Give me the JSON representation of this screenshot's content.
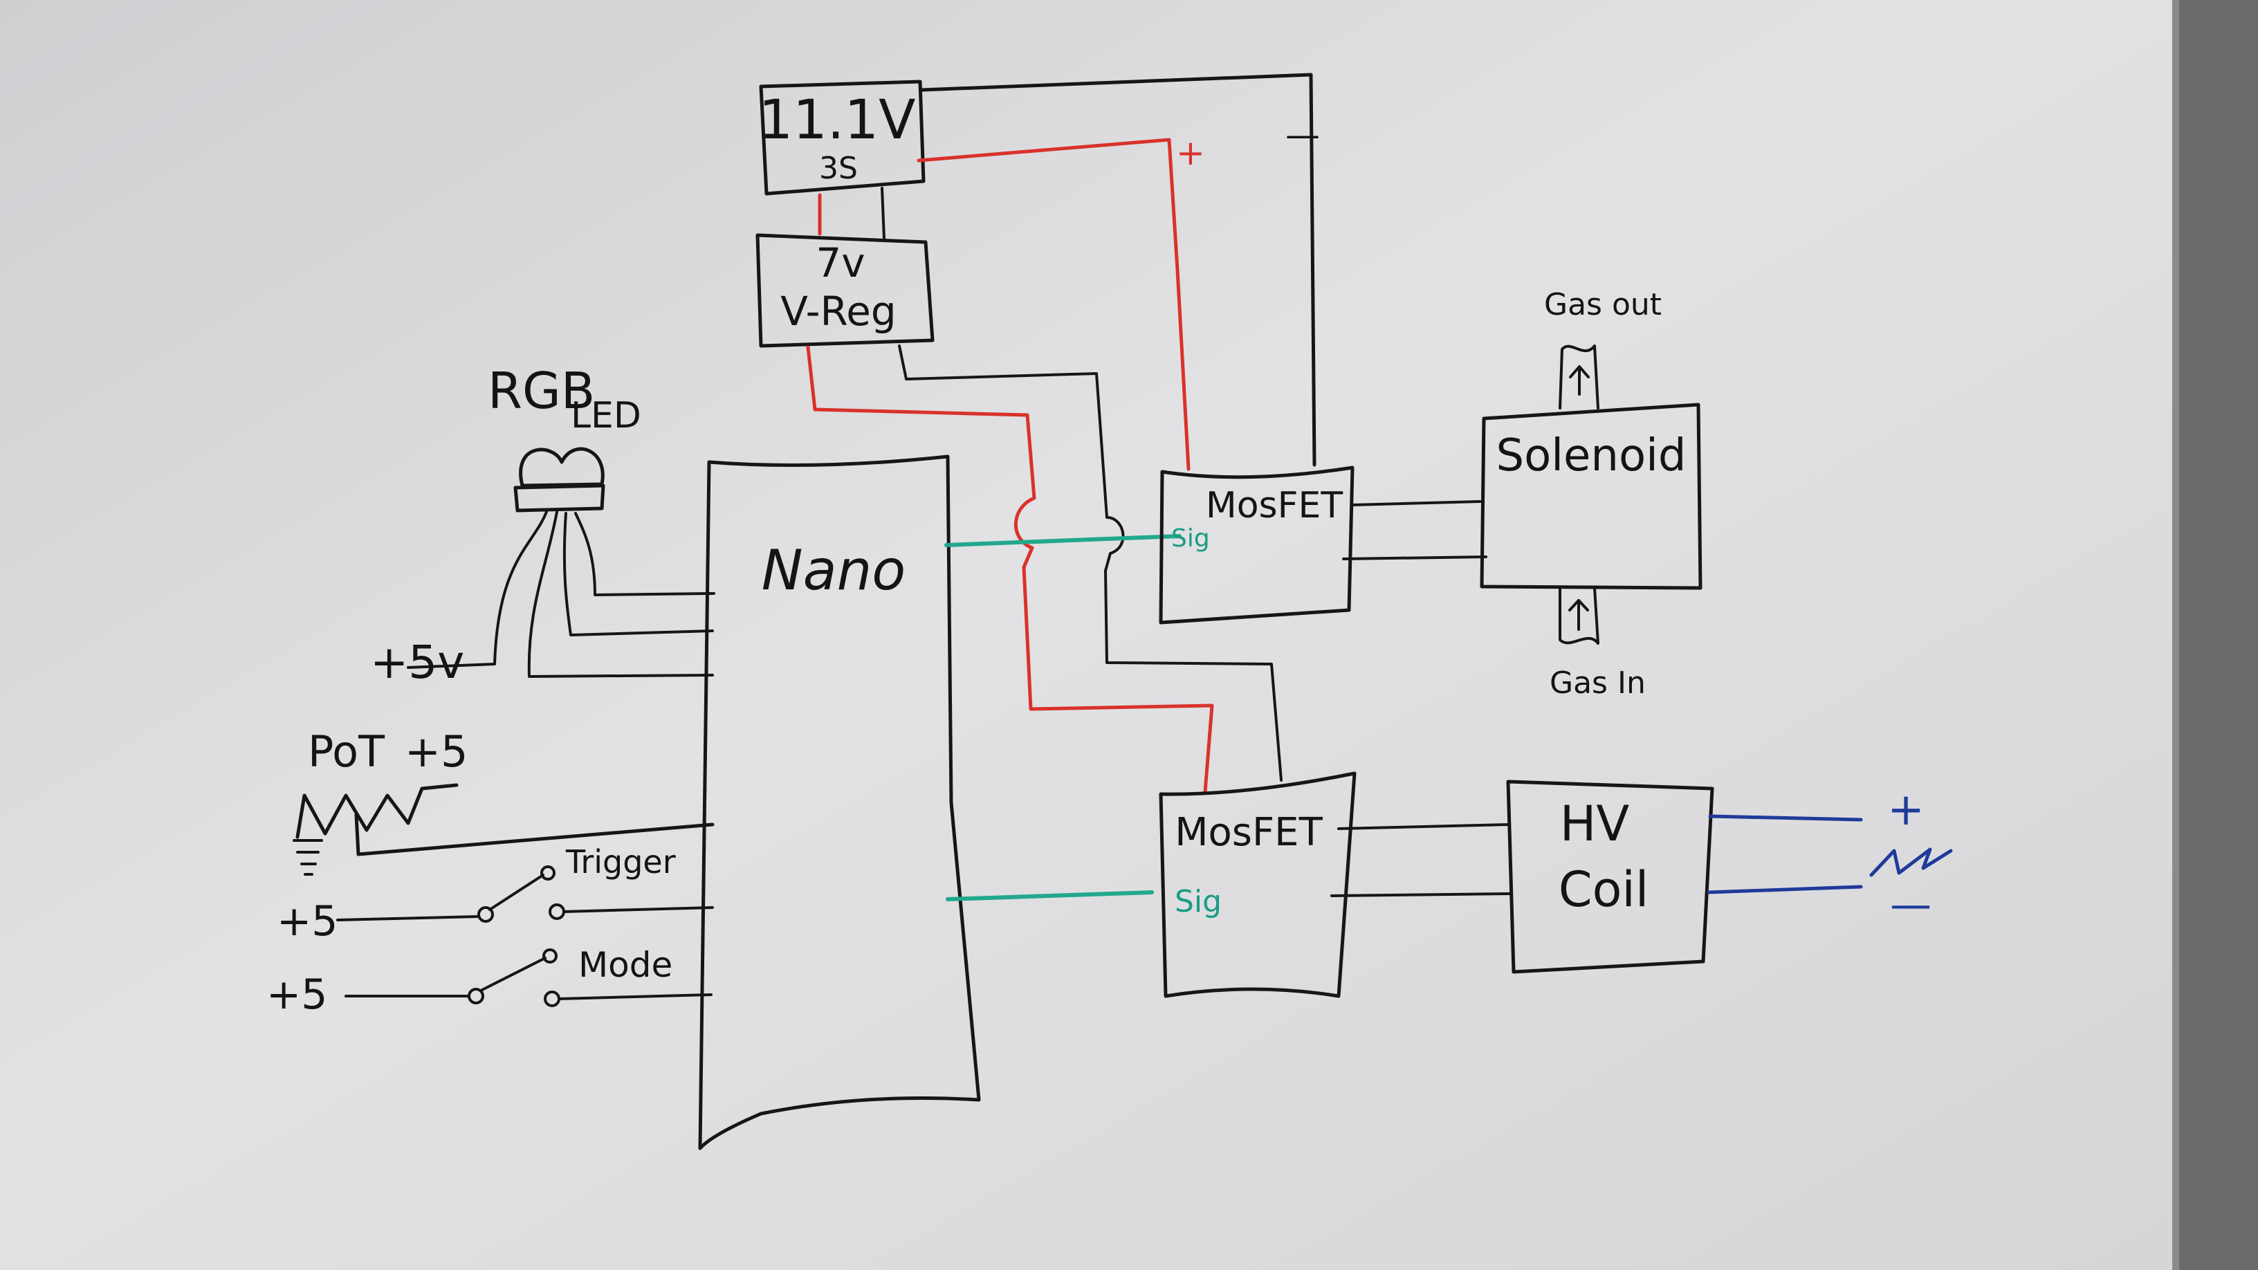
{
  "diagram": {
    "battery": {
      "line1": "11.1V",
      "line2": "3S",
      "plus": "+",
      "minus": "—"
    },
    "regulator": {
      "line1": "7v",
      "line2": "V-Reg"
    },
    "rgb_led": {
      "line1": "RGB",
      "line2": "LED"
    },
    "led_supply": "+5v",
    "microcontroller": "Nano",
    "pot": {
      "label": "PoT",
      "supply": "+5"
    },
    "trigger": {
      "supply": "+5",
      "label": "Trigger"
    },
    "mode": {
      "supply": "+5",
      "label": "Mode"
    },
    "mosfet_top": {
      "label": "MosFET",
      "sig": "Sig"
    },
    "mosfet_bottom": {
      "label": "MosFET",
      "sig": "Sig"
    },
    "solenoid": {
      "label": "Solenoid",
      "gas_out": "Gas out",
      "gas_in": "Gas In"
    },
    "hv_coil": {
      "line1": "HV",
      "line2": "Coil"
    },
    "spark_gap": {
      "plus": "+",
      "minus": "—"
    }
  },
  "colors": {
    "board": "#d8d8da",
    "ink": "#161616",
    "power_wire": "#d9322c",
    "signal_wire": "#22a88e",
    "hv_wire": "#1f3a9a",
    "frame": "#6a6a6a"
  }
}
